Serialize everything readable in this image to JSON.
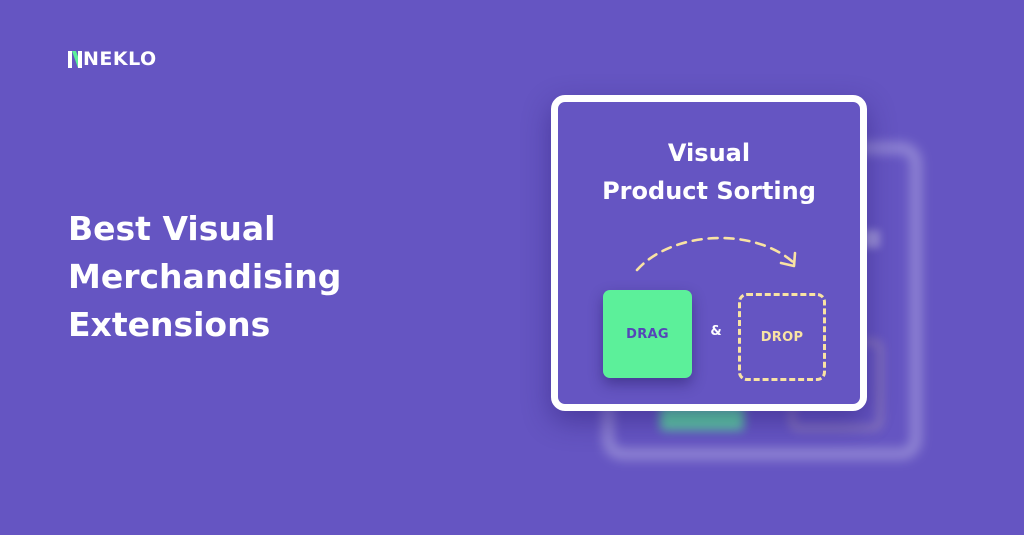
{
  "brand": {
    "name": "NEKLO",
    "logo_icon": "neklo-logo-mark-icon",
    "accent_color": "#5cf09a"
  },
  "headline": {
    "lines": [
      "Best Visual",
      "Merchandising",
      "Extensions"
    ]
  },
  "card": {
    "title_lines": [
      "Visual",
      "Product Sorting"
    ],
    "drag_label": "DRAG",
    "ampersand": "&",
    "drop_label": "DROP",
    "arrow_icon": "dashed-curved-arrow-icon"
  },
  "colors": {
    "background": "#6555c2",
    "drag_fill": "#5cf09a",
    "drop_outline": "#f9e3a3",
    "card_border": "#ffffff"
  }
}
